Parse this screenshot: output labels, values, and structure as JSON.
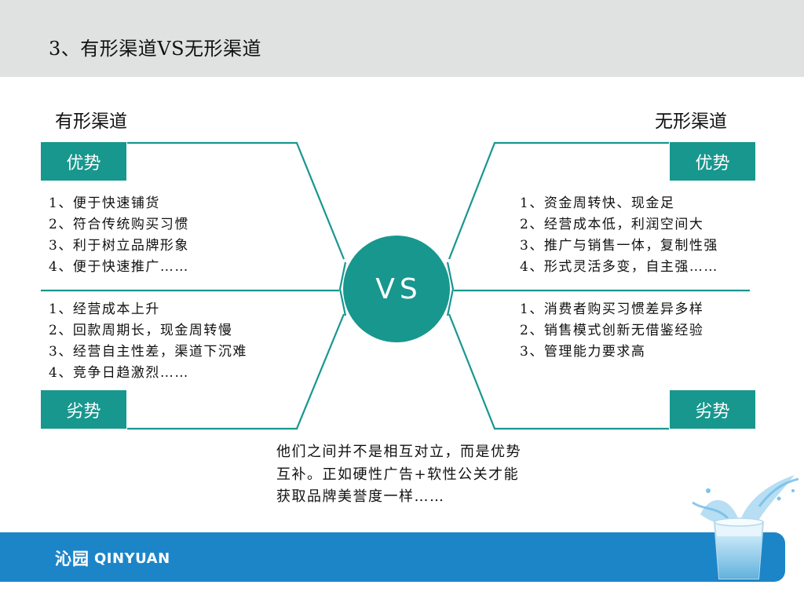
{
  "header": {
    "title": "3、有形渠道VS无形渠道"
  },
  "left": {
    "heading": "有形渠道",
    "advantage_label": "优势",
    "disadvantage_label": "劣势",
    "advantages": [
      "1、便于快速铺货",
      "2、符合传统购买习惯",
      "3、利于树立品牌形象",
      "4、便于快速推广……"
    ],
    "disadvantages": [
      "1、经营成本上升",
      "2、回款周期长，现金周转慢",
      "3、经营自主性差，渠道下沉难",
      "4、竞争日趋激烈……"
    ]
  },
  "right": {
    "heading": "无形渠道",
    "advantage_label": "优势",
    "disadvantage_label": "劣势",
    "advantages": [
      "1、资金周转快、现金足",
      "2、经营成本低，利润空间大",
      "3、推广与销售一体，复制性强",
      "4、形式灵活多变，自主强……"
    ],
    "disadvantages": [
      "1、消费者购买习惯差异多样",
      "2、销售模式创新无借鉴经验",
      "3、管理能力要求高"
    ]
  },
  "center": {
    "vs_label": "VS"
  },
  "note": {
    "text": "他们之间并不是相互对立，而是优势互补。正如硬性广告+软性公关才能获取品牌美誉度一样……"
  },
  "footer": {
    "logo_cn": "沁园",
    "logo_en": "QINYUAN"
  },
  "colors": {
    "accent": "#17978e",
    "footer": "#1c85c8",
    "title_bar": "#e0e2e2"
  }
}
